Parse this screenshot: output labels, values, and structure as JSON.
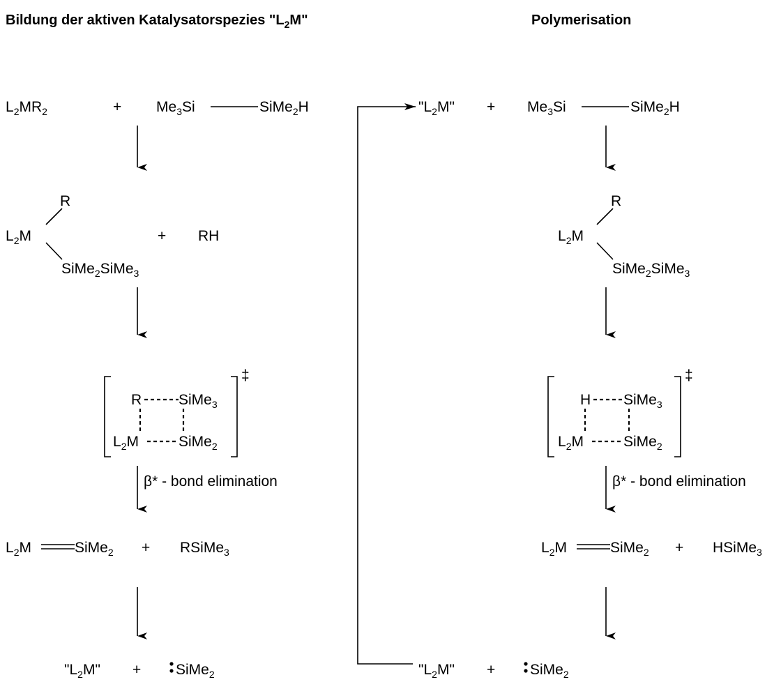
{
  "headings": {
    "left_title": "Bildung der aktiven Katalysatorspezies \"L",
    "left_title_sub": "2",
    "left_title_end": "M\"",
    "right_title": "Polymerisation"
  },
  "glyphs": {
    "L": "L",
    "M": "M",
    "two": "2",
    "three": "3",
    "R": "R",
    "H": "H",
    "plus": "+",
    "quote": "\"",
    "MR": "MR",
    "Me": "Me",
    "Si": "Si",
    "SiMe": "SiMe",
    "RH": "RH",
    "RSiMe": "RSiMe",
    "HSiMe": "HSiMe",
    "dagger": "‡",
    "colon": ":",
    "M_quote": "M\""
  },
  "labels": {
    "beta": "β*",
    "bond_elimination": "  - bond elimination"
  }
}
